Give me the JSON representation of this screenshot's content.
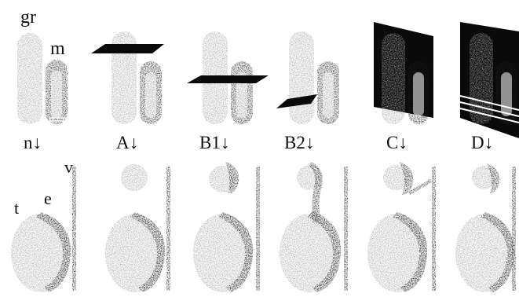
{
  "labels": {
    "gr": "gr",
    "m": "m",
    "v": "v",
    "t": "t",
    "e": "e"
  },
  "panels": [
    {
      "id": "n",
      "label": "n",
      "arrow": "↓"
    },
    {
      "id": "A",
      "label": "A",
      "arrow": "↓"
    },
    {
      "id": "B1",
      "label": "B1",
      "arrow": "↓"
    },
    {
      "id": "B2",
      "label": "B2",
      "arrow": "↓"
    },
    {
      "id": "C",
      "label": "C",
      "arrow": "↓"
    },
    {
      "id": "D",
      "label": "D",
      "arrow": "↓"
    }
  ],
  "colors": {
    "grey_grain": "#a3a3a3",
    "dark_grain": "#1c1c1c",
    "plane": "#0a0a0a",
    "background": "#ffffff"
  }
}
